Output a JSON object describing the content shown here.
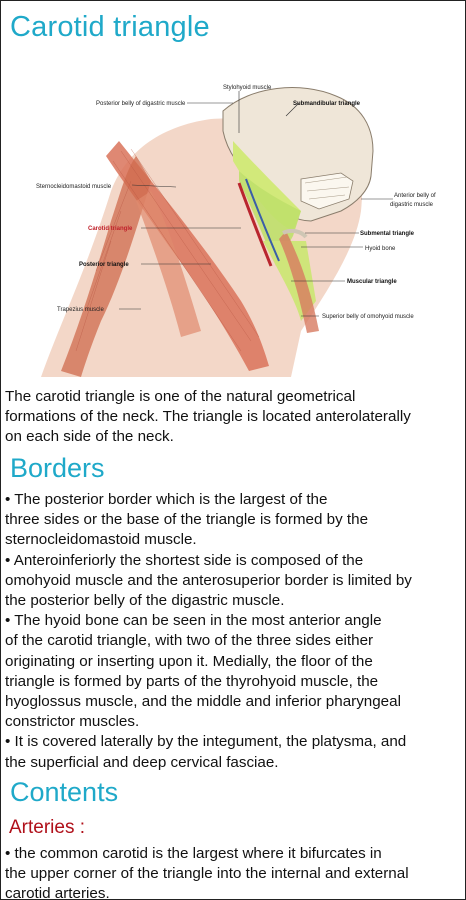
{
  "page": {
    "title": "Carotid triangle",
    "figure": {
      "labels": {
        "stylohyoid": "Stylohyoid muscle",
        "posterior_belly_digastric": "Posterior belly of digastric muscle",
        "submandibular": "Submandibular triangle",
        "sternocleidomastoid": "Sternocleidomastoid muscle",
        "anterior_belly": "Anterior belly of",
        "anterior_belly_2": "digastric muscle",
        "carotid": "Carotid triangle",
        "submental": "Submental triangle",
        "hyoid": "Hyoid bone",
        "posterior_triangle": "Posterior triangle",
        "muscular_triangle": "Muscular triangle",
        "trapezius": "Trapezius muscle",
        "superior_belly": "Superior belly of omohyoid muscle"
      }
    },
    "intro": [
      "The carotid triangle is one of the natural geometrical",
      "formations of the neck. The triangle is located anterolaterally",
      "on each side of the neck."
    ],
    "borders": {
      "heading": "Borders",
      "lines": [
        "• The posterior border which is the largest of the",
        "three sides or the base of the triangle is formed by the",
        "sternocleidomastoid muscle.",
        "• Anteroinferiorly the shortest side is composed of the",
        "omohyoid muscle and the anterosuperior border is limited by",
        "the posterior belly of the digastric muscle.",
        "• The hyoid bone can be seen in the most anterior angle",
        "of the carotid triangle, with two of the three sides either",
        "originating or inserting upon it. Medially, the floor of the",
        "triangle is formed by parts of the thyrohyoid muscle, the",
        "hyoglossus muscle, and the middle and inferior pharyngeal",
        "constrictor muscles.",
        "• It is covered laterally by the integument, the platysma, and",
        "the superficial and deep cervical fasciae."
      ]
    },
    "contents": {
      "heading": "Contents",
      "arteries_heading": "Arteries :",
      "lines": [
        "• the common carotid is the largest where it bifurcates in",
        "the upper corner of the triangle into the internal and external",
        "carotid arteries."
      ]
    }
  },
  "colors": {
    "accent": "#1fa9c9",
    "subheading": "#b0101a",
    "muscle": "#d9735a",
    "triangle_fill": "#c6e36a"
  }
}
